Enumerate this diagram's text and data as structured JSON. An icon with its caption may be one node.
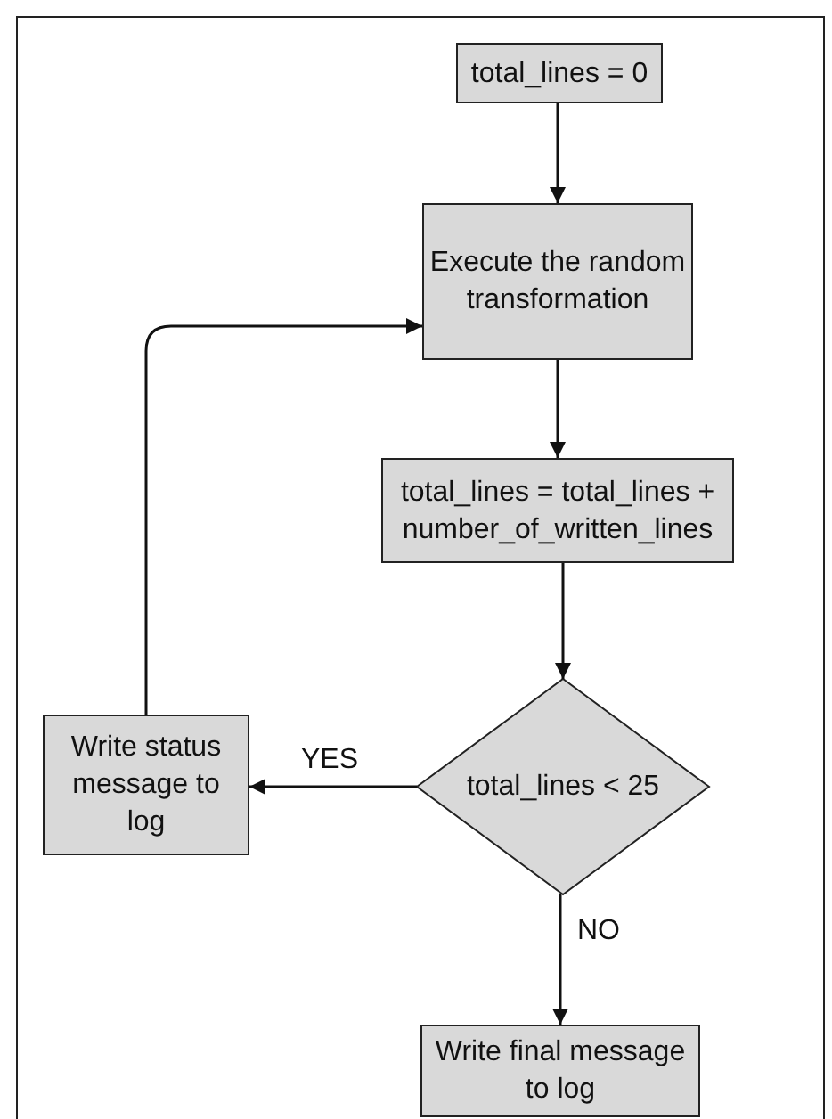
{
  "diagram": {
    "nodes": [
      {
        "text": [
          "total_lines = 0"
        ]
      },
      {
        "text": [
          "Execute the random transformation"
        ]
      },
      {
        "text": [
          "total_lines = total_lines + number_of_written_lines"
        ]
      },
      {
        "text": [
          "total_lines < 25"
        ]
      },
      {
        "text": [
          "Write status message to log"
        ]
      },
      {
        "text": [
          "Write final message to log"
        ]
      }
    ],
    "edges": [
      {
        "from": 0,
        "to": 1,
        "arrow": "to"
      },
      {
        "from": 1,
        "to": 2,
        "arrow": "to"
      },
      {
        "from": 2,
        "to": 3,
        "arrow": "to"
      },
      {
        "from": 3,
        "to": 4,
        "arrow": "to",
        "label": "YES"
      },
      {
        "from": 3,
        "to": 5,
        "arrow": "to",
        "label": "NO"
      },
      {
        "from": 4,
        "to": 1,
        "arrow": "to"
      }
    ]
  }
}
